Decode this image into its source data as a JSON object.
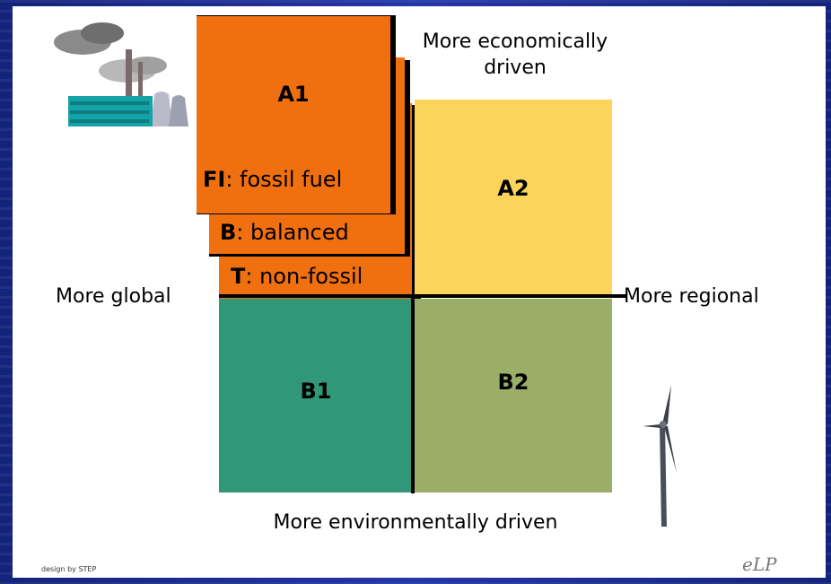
{
  "diagram": {
    "axes": {
      "top": "More economically\ndriven",
      "bottom": "More environmentally driven",
      "left": "More global",
      "right": "More regional"
    },
    "quadrants": {
      "a1": "A1",
      "a2": "A2",
      "b1": "B1",
      "b2": "B2"
    },
    "a1_scenarios": [
      {
        "code": "FI",
        "text": ": fossil fuel"
      },
      {
        "code": "B",
        "text": ": balanced"
      },
      {
        "code": "T",
        "text": ": non-fossil"
      }
    ],
    "colors": {
      "a1": "#f07010",
      "a2": "#fcd45c",
      "b1": "#319877",
      "b2": "#9bae68"
    }
  },
  "footer": {
    "credit": "design by STEP",
    "logo": "eLP"
  },
  "icons": [
    "power-plant-icon",
    "wind-turbine-icon"
  ]
}
